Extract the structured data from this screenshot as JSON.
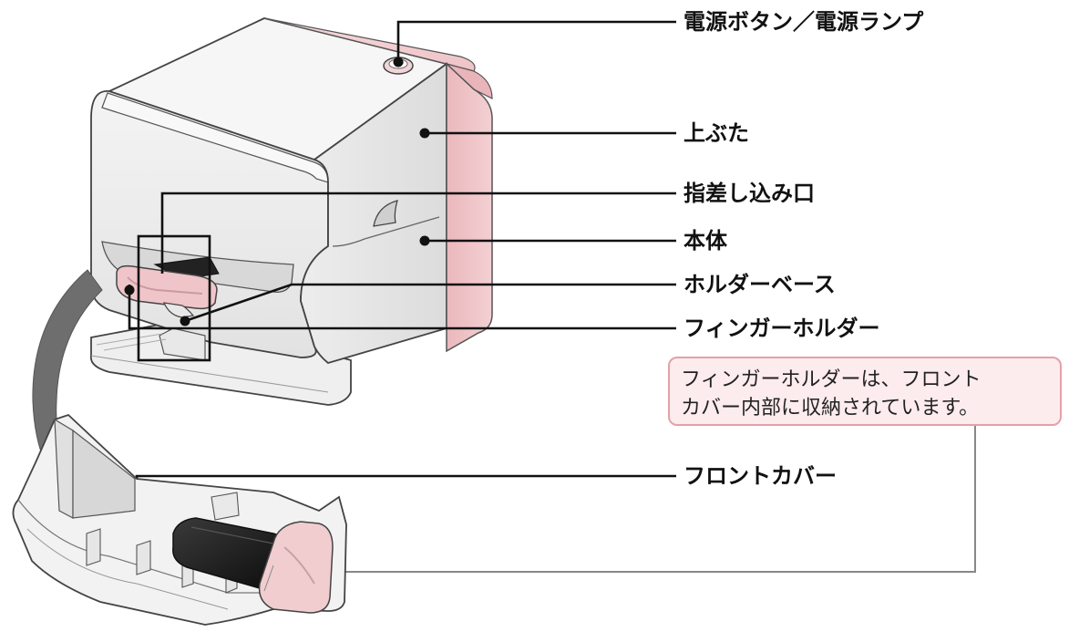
{
  "labels": {
    "power": "電源ボタン／電源ランプ",
    "top_cover": "上ぶた",
    "finger_slot": "指差し込み口",
    "main_body": "本体",
    "holder_base": "ホルダーベース",
    "finger_holder": "フィンガーホルダー",
    "front_cover": "フロントカバー"
  },
  "note": {
    "line1": "フィンガーホルダーは、フロント",
    "line2": "カバー内部に収納されています。"
  },
  "colors": {
    "accent_pink": "#f0c8cc",
    "note_border": "#e4a0a8",
    "note_fill": "#fdecee",
    "arrow_gray": "#6e6e6e"
  }
}
